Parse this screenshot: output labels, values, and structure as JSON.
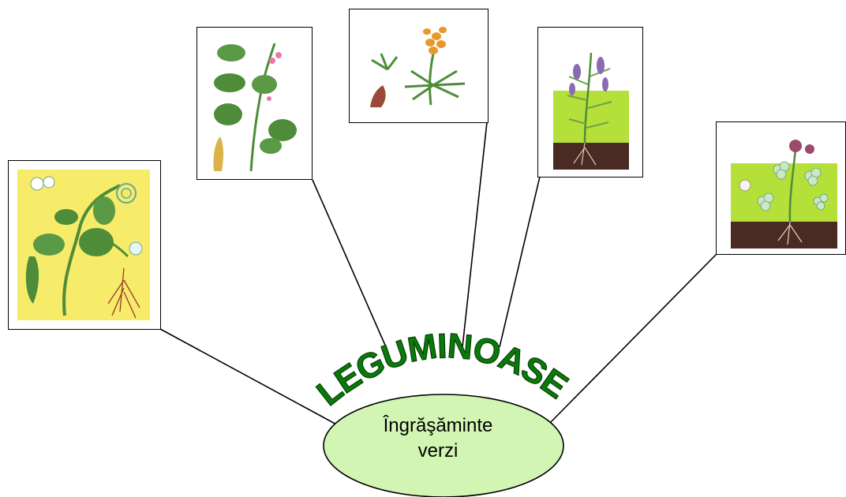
{
  "title": "LEGUMINOASE",
  "center": {
    "line1": "Îngrăşăminte",
    "line2": "verzi"
  },
  "colors": {
    "title_fill": "#0a7a0a",
    "title_stroke": "#044204",
    "ellipse_fill": "#d2f5b4",
    "line": "#000000",
    "leaf": "#4e8c3a",
    "soil": "#4a2b24",
    "grass": "#b5e03a",
    "yellow_bg": "#f7eb6a"
  },
  "pictures": [
    {
      "icon": "pea-plant-icon"
    },
    {
      "icon": "bean-plant-icon"
    },
    {
      "icon": "lupin-plant-icon"
    },
    {
      "icon": "vetch-plant-icon"
    },
    {
      "icon": "clover-plant-icon"
    }
  ]
}
